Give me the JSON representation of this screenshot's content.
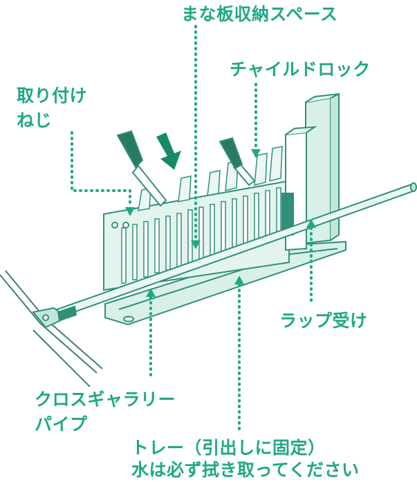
{
  "labels": {
    "board_storage": "まな板収納スペース",
    "child_lock": "チャイルドロック",
    "screw_line1": "取り付け",
    "screw_line2": "ねじ",
    "wrap_holder": "ラップ受け",
    "pipe_line1": "クロスギャラリー",
    "pipe_line2": "パイプ",
    "tray_line1": "トレー（引出しに固定）",
    "tray_line2": "水は必ず拭き取ってください"
  },
  "colors": {
    "accent": "#1fa884",
    "line": "#2f8f7a",
    "fill": "#d8f0e8",
    "arrow_dark": "#168a66"
  }
}
